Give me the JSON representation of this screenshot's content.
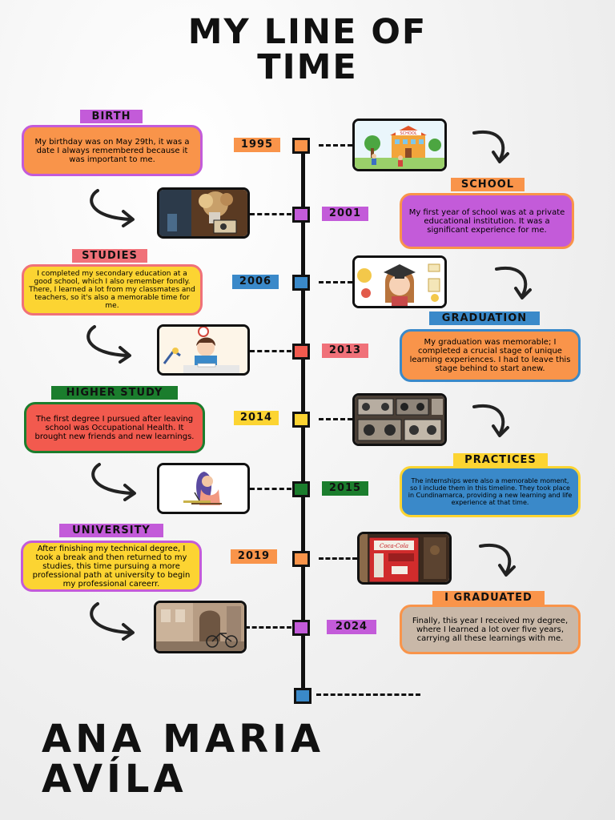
{
  "title": {
    "line1": "MY LINE OF",
    "line2": "TIME"
  },
  "author": {
    "line1": "ANA MARIA",
    "line2": "AVÍLA"
  },
  "events": [
    {
      "year": "1995",
      "label": "BIRTH",
      "text": "My birthday was on May 29th, it was a date I always remembered because it was important to me.",
      "image": "school-illustration"
    },
    {
      "year": "2001",
      "label": "SCHOOL",
      "text": "My first year of school was at a private educational institution. It was a significant experience for me.",
      "image": "plant-and-radio-photo"
    },
    {
      "year": "2006",
      "label": "STUDIES",
      "text": "I completed my secondary education at a good school, which I also remember fondly. There, I learned a lot from my classmates and teachers, so it's also a memorable time for me.",
      "image": "graduate-girl-illustration"
    },
    {
      "year": "2013",
      "label": "GRADUATION",
      "text": "My graduation was memorable; I completed a crucial stage of unique learning experiences. I had to leave this stage behind to start anew.",
      "image": "studying-boy-illustration"
    },
    {
      "year": "2014",
      "label": "HIGHER STUDY",
      "text": "The first degree I pursued after leaving school was Occupational Health. It brought new friends and new learnings.",
      "image": "cassette-recorders-photo"
    },
    {
      "year": "2015",
      "label": "PRACTICES",
      "text": "The internships were also a memorable moment, so I include them in this timeline. They took place in Cundinamarca, providing a new learning and life experience at that time.",
      "image": "writing-woman-illustration"
    },
    {
      "year": "2019",
      "label": "UNIVERSITY",
      "text": "After finishing my technical degree, I took a break and then returned to my studies, this time pursuing a more professional path at university to begin my professional careerr.",
      "image": "coca-cola-machine-photo"
    },
    {
      "year": "2024",
      "label": "I GRADUATED",
      "text": "Finally, this year I received my degree, where I learned a lot over five years, carrying all these learnings with me.",
      "image": "bicycle-street-photo"
    }
  ],
  "coca_cola_text": "Coca-Cola",
  "school_sign": "SCHOOL",
  "colors": {
    "orange": "#f9944a",
    "purple": "#c35bd9",
    "blue": "#3a89c9",
    "pink": "#f07179",
    "yellow": "#fcd432",
    "green": "#1b7d2d",
    "red_card": "#f25a4e",
    "taupe": "#c9b8a8"
  }
}
